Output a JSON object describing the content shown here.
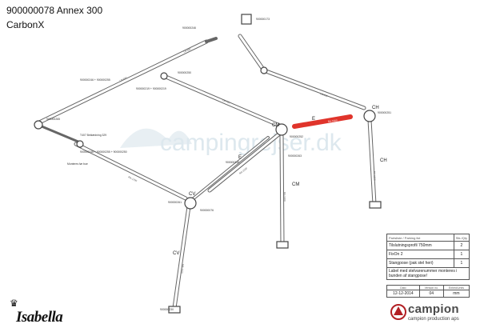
{
  "title_line1": "900000078 Annex 300",
  "title_line2": "CarbonX",
  "watermark": "campingrejser.dk",
  "colors": {
    "highlight": "#e0342b",
    "frame": "#666666",
    "watermark": "#dde8ee"
  },
  "labels": {
    "e1": "E",
    "e2": "E",
    "cm1": "CM",
    "cm2": "CM",
    "ch1": "CH",
    "ch2": "CH",
    "cv1": "CV",
    "cv2": "CV"
  },
  "part_numbers": [
    "900000246",
    "900000173",
    "900000250",
    "900000246 + 900000255",
    "900000219 + 900000219",
    "900000265",
    "900000252",
    "900000251",
    "900000263",
    "900000318",
    "900000261",
    "900000076",
    "900000230",
    "900000248 + 900000255 + 900000250",
    "Monteres før bue",
    "T407 Beklædning 329"
  ],
  "tube_labels": [
    "LB-630",
    "LB-630",
    "LB-720",
    "LB-630",
    "RA-1200",
    "RA-1100",
    "RA-1100",
    "RA-1100",
    "RA-1000",
    "RA-1000"
  ],
  "parts_table": {
    "header": [
      "Partsliste / Parking list",
      "Stk./Qty"
    ],
    "rows": [
      {
        "label": "Tilslutningsprofil 750mm",
        "qty": "2"
      },
      {
        "label": "FixOn 2",
        "qty": "1"
      },
      {
        "label": "Stangpose (pak stel heri)",
        "qty": "1"
      }
    ],
    "note": "Label med stelvarenummer monteres i bunden af stangpose!"
  },
  "meta_table": {
    "headers": [
      "Dato",
      "Version no.",
      "Enhed/Units"
    ],
    "values": [
      "12-12-2014",
      "04",
      "mm"
    ]
  },
  "brand": {
    "name": "campion",
    "sub": "campion production aps"
  },
  "logo_text": "Isabella"
}
